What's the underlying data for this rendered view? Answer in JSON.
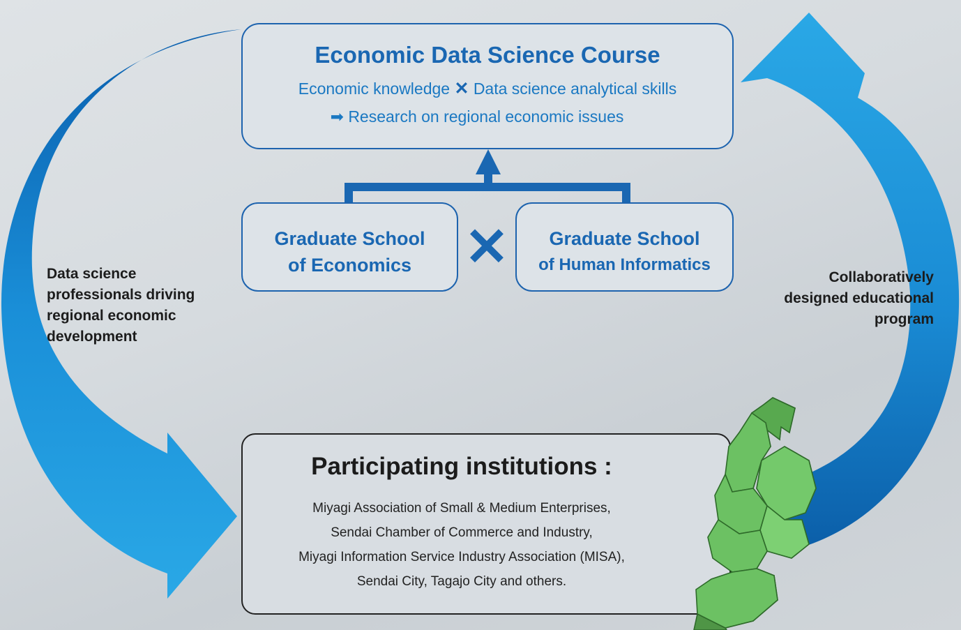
{
  "course": {
    "title": "Economic Data Science Course",
    "line1_left": "Economic knowledge",
    "line1_right": "Data science analytical skills",
    "line2": "Research on regional economic issues"
  },
  "schools": {
    "economics": {
      "line1": "Graduate School",
      "line2": "of Economics"
    },
    "human_informatics": {
      "line1": "Graduate School",
      "line2": "of Human Informatics"
    }
  },
  "left_label": [
    "Data science",
    "professionals driving",
    "regional economic",
    "development"
  ],
  "right_label": [
    "Collaboratively",
    "designed educational",
    "program"
  ],
  "institutions": {
    "title": "Participating institutions :",
    "items": [
      "Miyagi Association of Small & Medium Enterprises,",
      "Sendai Chamber of Commerce and Industry,",
      "Miyagi Information Service Industry Association (MISA),",
      "Sendai City, Tagajo City and others."
    ]
  },
  "colors": {
    "arrow_dark": "#0a5fae",
    "arrow_light": "#2aa8e6",
    "accent_blue": "#1a67b2",
    "map_green": "#6cc163"
  },
  "icons": [
    "times-icon",
    "right-arrow-icon",
    "up-arrow-icon",
    "map-icon"
  ]
}
